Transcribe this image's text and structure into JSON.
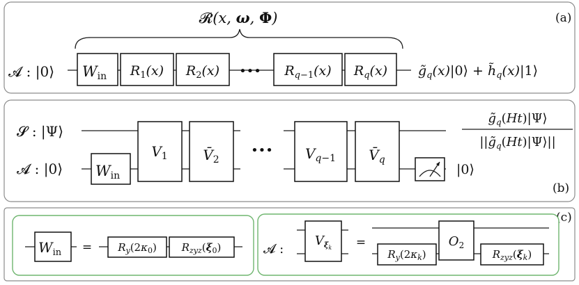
{
  "panel_a": {
    "tag": "(a)",
    "brace_label": "𝓡(x, 𝝎, 𝚽)",
    "register": "𝓐 : |0⟩",
    "gates": [
      "W",
      "R₁(x)",
      "R₂(x)",
      "R_{q−1}(x)",
      "R_q(x)"
    ],
    "w_sub": "in",
    "dots": "•••",
    "output": "g̃_q(x)|0⟩ + h̃_q(x)|1⟩"
  },
  "panel_b": {
    "tag": "(b)",
    "register_s": "𝓢 : |Ψ⟩",
    "register_a": "𝓐 : |0⟩",
    "w": "W",
    "w_sub": "in",
    "v1": "V₁",
    "v2": "V̄₂",
    "vq1": "V_{q−1}",
    "vq": "V̄_q",
    "dots": "•••",
    "num": "g̃_q(Ht)|Ψ⟩",
    "den": "||g̃_q(Ht)|Ψ⟩||",
    "ket0": "|0⟩"
  },
  "panel_c": {
    "tag": "(c)",
    "left": {
      "w": "W",
      "w_sub": "in",
      "eq": "=",
      "ry": "R_y(2κ₀)",
      "rzyz": "R_zyz(ξ₀)"
    },
    "right": {
      "register": "𝓐 :",
      "v": "V_ξk",
      "eq": "=",
      "ry": "R_y(2κ_k)",
      "o2": "O₂",
      "rzyz": "R_zyz(ξ_k)"
    }
  }
}
